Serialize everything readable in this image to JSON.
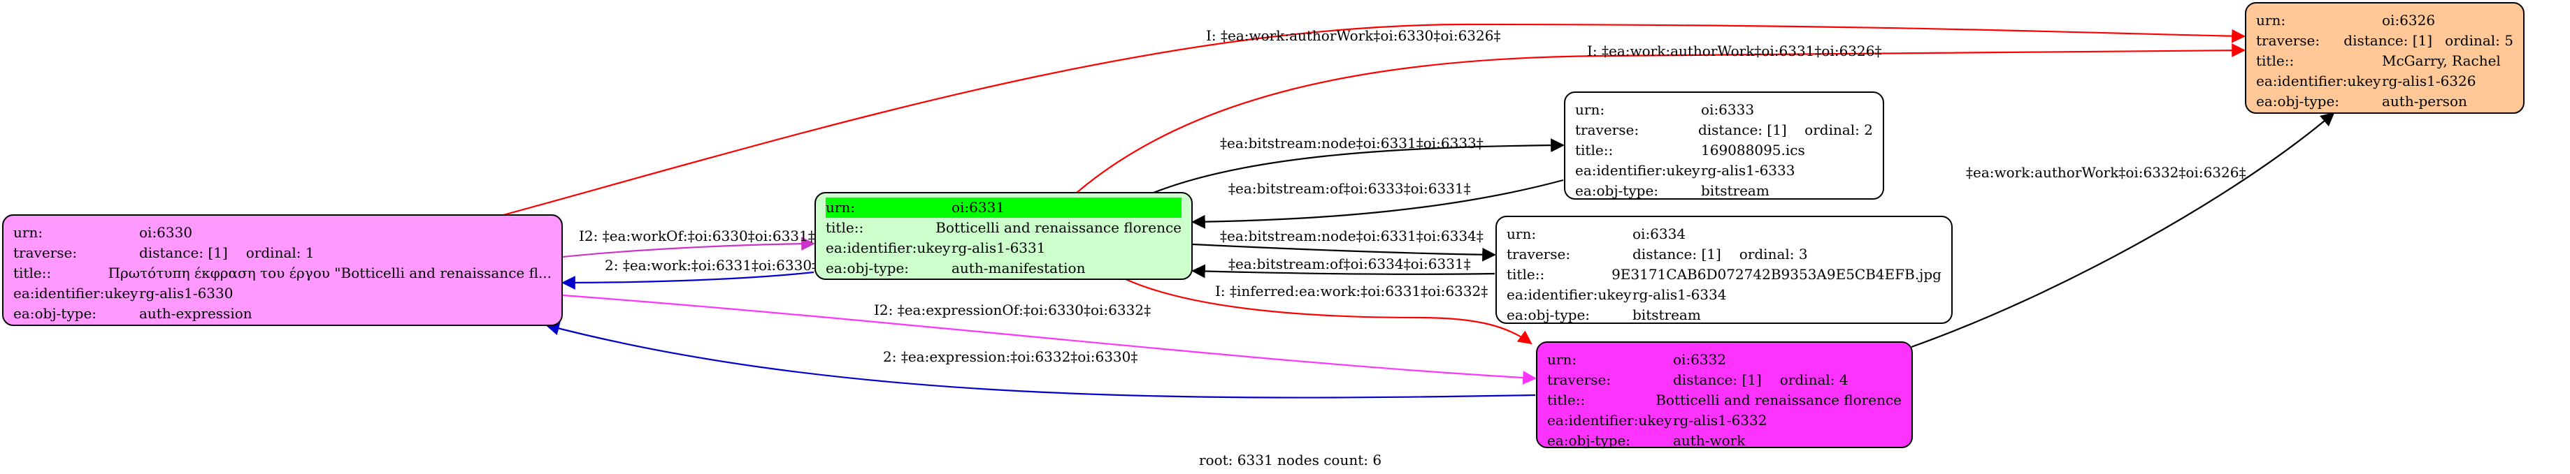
{
  "nodes": {
    "n6326": {
      "color": "#ffc896",
      "urn_label": "urn:",
      "urn": "oi:6326",
      "traverse_label": "traverse:",
      "distance": "distance: [1]",
      "ordinal": "ordinal: 5",
      "title_label": "title::",
      "title": "McGarry, Rachel",
      "ukey_label": "ea:identifier:ukey",
      "ukey": "rg-alis1-6326",
      "type_label": "ea:obj-type:",
      "type": "auth-person"
    },
    "n6333": {
      "color": "#ffffff",
      "urn_label": "urn:",
      "urn": "oi:6333",
      "traverse_label": "traverse:",
      "distance": "distance: [1]",
      "ordinal": "ordinal: 2",
      "title_label": "title::",
      "title": "169088095.ics",
      "ukey_label": "ea:identifier:ukey",
      "ukey": "rg-alis1-6333",
      "type_label": "ea:obj-type:",
      "type": "bitstream"
    },
    "n6330": {
      "color": "#ff99ff",
      "urn_label": "urn:",
      "urn": "oi:6330",
      "traverse_label": "traverse:",
      "distance": "distance: [1]",
      "ordinal": "ordinal: 1",
      "title_label": "title::",
      "title": "Πρωτότυπη έκφραση του έργου \"Botticelli and renaissance fl...",
      "ukey_label": "ea:identifier:ukey",
      "ukey": "rg-alis1-6330",
      "type_label": "ea:obj-type:",
      "type": "auth-expression"
    },
    "n6331": {
      "color": "#ccffcc",
      "highlight": "#00ff00",
      "urn_label": "urn:",
      "urn": "oi:6331",
      "title_label": "title::",
      "title": "Botticelli and renaissance florence",
      "ukey_label": "ea:identifier:ukey",
      "ukey": "rg-alis1-6331",
      "type_label": "ea:obj-type:",
      "type": "auth-manifestation"
    },
    "n6334": {
      "color": "#ffffff",
      "urn_label": "urn:",
      "urn": "oi:6334",
      "traverse_label": "traverse:",
      "distance": "distance: [1]",
      "ordinal": "ordinal: 3",
      "title_label": "title::",
      "title": "9E3171CAB6D072742B9353A9E5CB4EFB.jpg",
      "ukey_label": "ea:identifier:ukey",
      "ukey": "rg-alis1-6334",
      "type_label": "ea:obj-type:",
      "type": "bitstream"
    },
    "n6332": {
      "color": "#ff33ff",
      "urn_label": "urn:",
      "urn": "oi:6332",
      "traverse_label": "traverse:",
      "distance": "distance: [1]",
      "ordinal": "ordinal: 4",
      "title_label": "title::",
      "title": "Botticelli and renaissance florence",
      "ukey_label": "ea:identifier:ukey",
      "ukey": "rg-alis1-6332",
      "type_label": "ea:obj-type:",
      "type": "auth-work"
    }
  },
  "edges": {
    "e1": {
      "label": "I: ‡ea:work:authorWork‡oi:6330‡oi:6326‡",
      "color": "#ff0000"
    },
    "e2": {
      "label": "I: ‡ea:work:authorWork‡oi:6331‡oi:6326‡",
      "color": "#ff0000"
    },
    "e3": {
      "label": "‡ea:bitstream:node‡oi:6331‡oi:6333‡",
      "color": "#000000"
    },
    "e4": {
      "label": "‡ea:bitstream:of‡oi:6333‡oi:6331‡",
      "color": "#000000"
    },
    "e5": {
      "label": "I2: ‡ea:workOf:‡oi:6330‡oi:6331‡",
      "color": "#cc33cc"
    },
    "e6": {
      "label": "2: ‡ea:work:‡oi:6331‡oi:6330‡",
      "color": "#0000cc"
    },
    "e7": {
      "label": "‡ea:bitstream:node‡oi:6331‡oi:6334‡",
      "color": "#000000"
    },
    "e8": {
      "label": "‡ea:bitstream:of‡oi:6334‡oi:6331‡",
      "color": "#000000"
    },
    "e9": {
      "label": "I: ‡inferred:ea:work:‡oi:6331‡oi:6332‡",
      "color": "#ff0000"
    },
    "e10": {
      "label": "‡ea:work:authorWork‡oi:6332‡oi:6326‡",
      "color": "#000000"
    },
    "e11": {
      "label": "I2: ‡ea:expressionOf:‡oi:6330‡oi:6332‡",
      "color": "#ff33ff"
    },
    "e12": {
      "label": "2: ‡ea:expression:‡oi:6332‡oi:6330‡",
      "color": "#0000cc"
    }
  },
  "footer": "root: 6331 nodes count: 6"
}
